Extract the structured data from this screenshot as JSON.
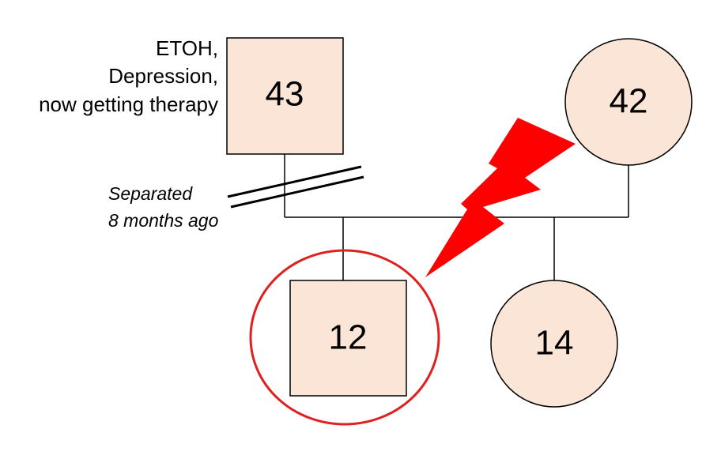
{
  "genogram": {
    "father": {
      "age": "43",
      "note_lines": [
        "ETOH,",
        "Depression,",
        "now getting therapy"
      ]
    },
    "mother": {
      "age": "42"
    },
    "son": {
      "age": "12"
    },
    "daughter": {
      "age": "14"
    },
    "separation": {
      "lines": [
        "Separated",
        "8 months ago"
      ]
    }
  },
  "colors": {
    "node_fill": "#fbe5d6",
    "stroke": "#000000",
    "conflict": "#ff0000",
    "identified_patient_ring": "#e02020"
  }
}
